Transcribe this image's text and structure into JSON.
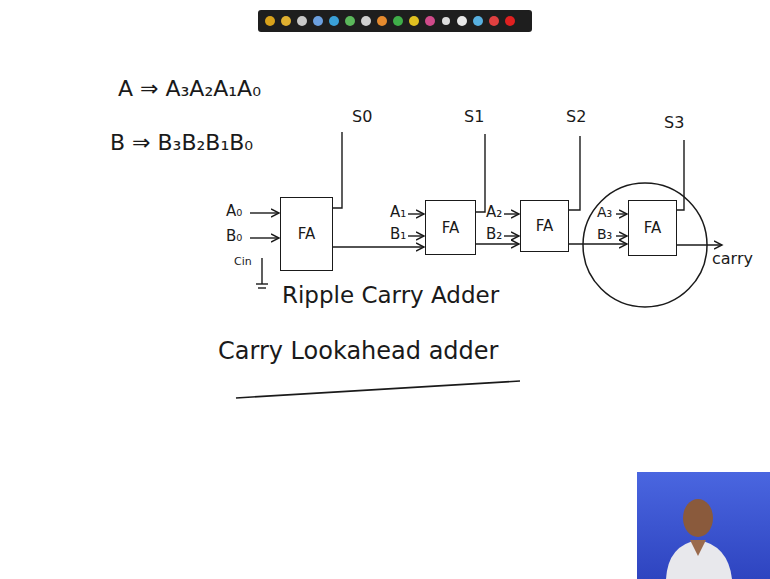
{
  "diagram": {
    "nodes": [
      {
        "text": [
          "FA"
        ]
      },
      {
        "text": [
          "FA"
        ]
      },
      {
        "text": [
          "FA"
        ]
      },
      {
        "text": [
          "FA"
        ]
      }
    ],
    "edges": [
      {
        "from": 0,
        "to": 1,
        "arrow": "to"
      },
      {
        "from": 1,
        "to": 2,
        "arrow": "to"
      },
      {
        "from": 2,
        "to": 3,
        "arrow": "to"
      }
    ],
    "labels": [
      "A ⇒ A₃A₂A₁A₀",
      "B ⇒ B₃B₂B₁B₀",
      "S0",
      "S1",
      "S2",
      "S3",
      "A₀",
      "B₀",
      "Cin",
      "A₁",
      "B₁",
      "A₂",
      "B₂",
      "A₃",
      "B₃",
      "carry",
      "Ripple Carry Adder",
      "Carry Lookahead adder"
    ]
  }
}
